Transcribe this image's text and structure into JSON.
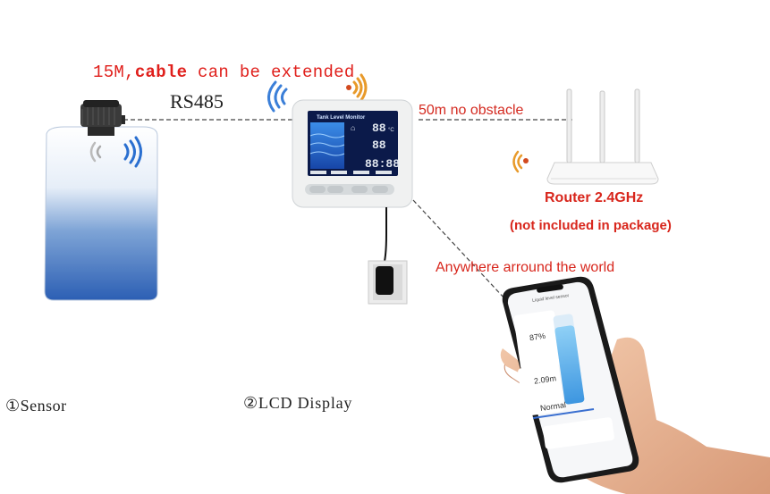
{
  "labels": {
    "cable_prefix": "15M,",
    "cable_bold": "cable",
    "cable_suffix": " can be extended",
    "rs485": "RS485",
    "fifty_m": "50m no obstacle",
    "router": "Router 2.4GHz",
    "router_note": "(not included in package)",
    "anywhere": "Anywhere arround the world",
    "sensor": "①Sensor",
    "lcd": "②LCD Display"
  },
  "lcd_screen": {
    "title": "Tank Level Monitor"
  },
  "phone_app": {
    "title": "Liquid level sensor",
    "percent_value": "87%",
    "depth_value": "2.09m",
    "status_value": "Normal",
    "fill_level": 0.87
  },
  "colors": {
    "label_red": "#e0201c",
    "tank_top": "#ffffff",
    "tank_bottom": "#2e64b8",
    "lcd_panel": "#0b1a4a",
    "phone_bar": "#5aaee8"
  },
  "icons": [
    "wifi-icon",
    "router-icon",
    "smartphone-icon",
    "tank-icon",
    "sensor-icon",
    "lcd-display-icon",
    "power-adapter-icon",
    "hand-icon"
  ]
}
